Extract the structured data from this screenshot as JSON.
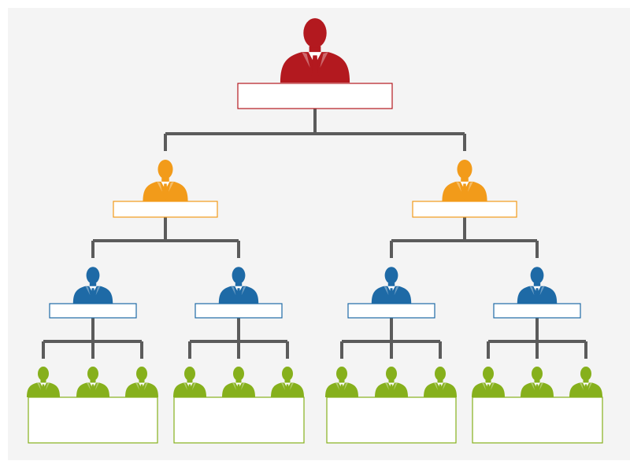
{
  "colors": {
    "background": "#f4f4f4",
    "connector": "#5b5b5b",
    "level1": "#b3191f",
    "level2": "#f29b1a",
    "level3": "#1e6aa6",
    "level4": "#86b01c",
    "box_fill": "#ffffff"
  },
  "icons": {
    "person": "person-in-suit-icon"
  },
  "org_chart": {
    "levels": [
      {
        "level": 1,
        "color_key": "level1",
        "nodes": [
          {
            "id": "ceo",
            "label": ""
          }
        ]
      },
      {
        "level": 2,
        "color_key": "level2",
        "nodes": [
          {
            "id": "manager-left",
            "label": ""
          },
          {
            "id": "manager-right",
            "label": ""
          }
        ]
      },
      {
        "level": 3,
        "color_key": "level3",
        "nodes": [
          {
            "id": "lead-1",
            "label": ""
          },
          {
            "id": "lead-2",
            "label": ""
          },
          {
            "id": "lead-3",
            "label": ""
          },
          {
            "id": "lead-4",
            "label": ""
          }
        ]
      },
      {
        "level": 4,
        "color_key": "level4",
        "groups": [
          {
            "id": "team-1",
            "members": 3,
            "label": ""
          },
          {
            "id": "team-2",
            "members": 3,
            "label": ""
          },
          {
            "id": "team-3",
            "members": 3,
            "label": ""
          },
          {
            "id": "team-4",
            "members": 3,
            "label": ""
          }
        ]
      }
    ]
  }
}
